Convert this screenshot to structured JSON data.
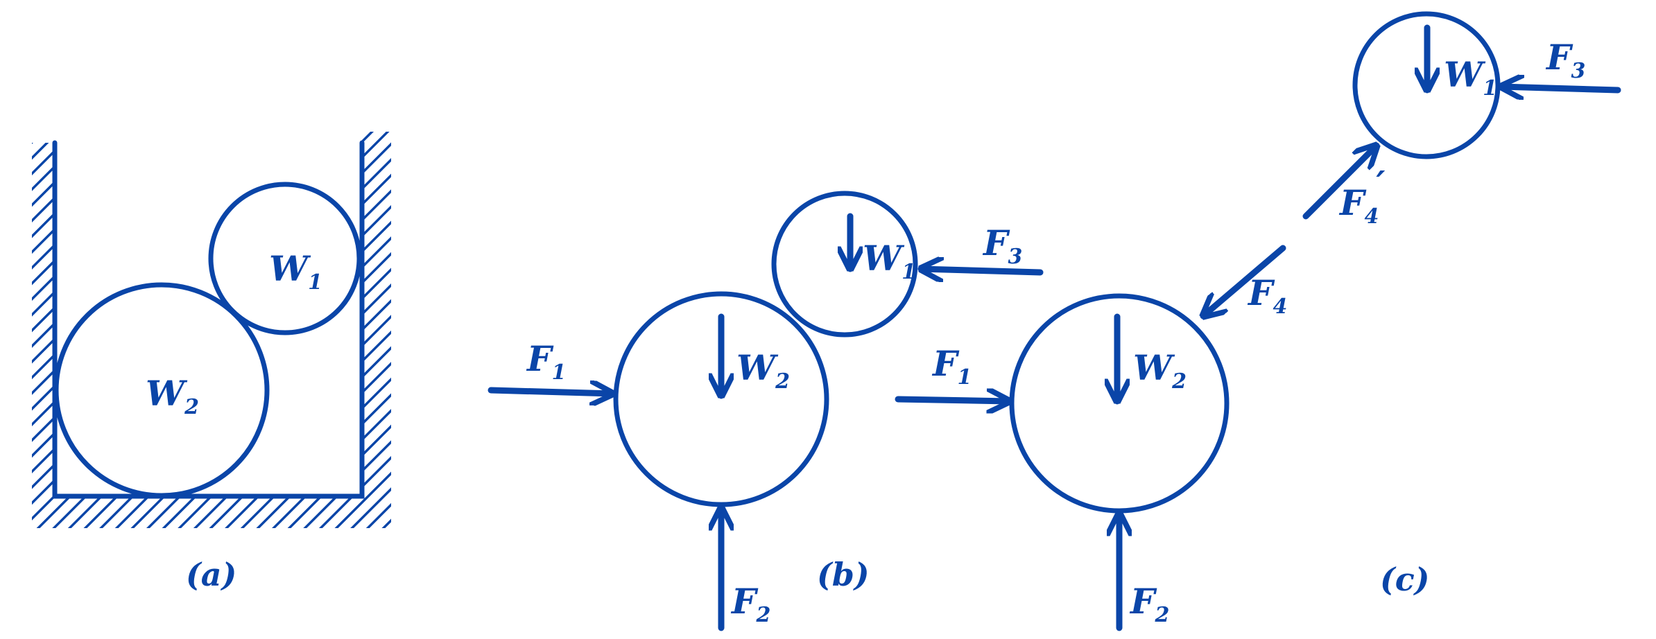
{
  "color": "#0a45a8",
  "panels": {
    "a": {
      "caption": "(a)",
      "w1": {
        "main": "W",
        "sub": "1"
      },
      "w2": {
        "main": "W",
        "sub": "2"
      }
    },
    "b": {
      "caption": "(b)",
      "w1": {
        "main": "W",
        "sub": "1"
      },
      "w2": {
        "main": "W",
        "sub": "2"
      },
      "f1": {
        "main": "F",
        "sub": "1"
      },
      "f2": {
        "main": "F",
        "sub": "2"
      },
      "f3": {
        "main": "F",
        "sub": "3"
      }
    },
    "c": {
      "caption": "(c)",
      "w1": {
        "main": "W",
        "sub": "1"
      },
      "w2": {
        "main": "W",
        "sub": "2"
      },
      "f1": {
        "main": "F",
        "sub": "1"
      },
      "f2": {
        "main": "F",
        "sub": "2"
      },
      "f3": {
        "main": "F",
        "sub": "3"
      },
      "f4": {
        "main": "F",
        "sub": "4"
      },
      "f4p": {
        "main": "F",
        "sub": "4",
        "prime": "′"
      }
    }
  }
}
